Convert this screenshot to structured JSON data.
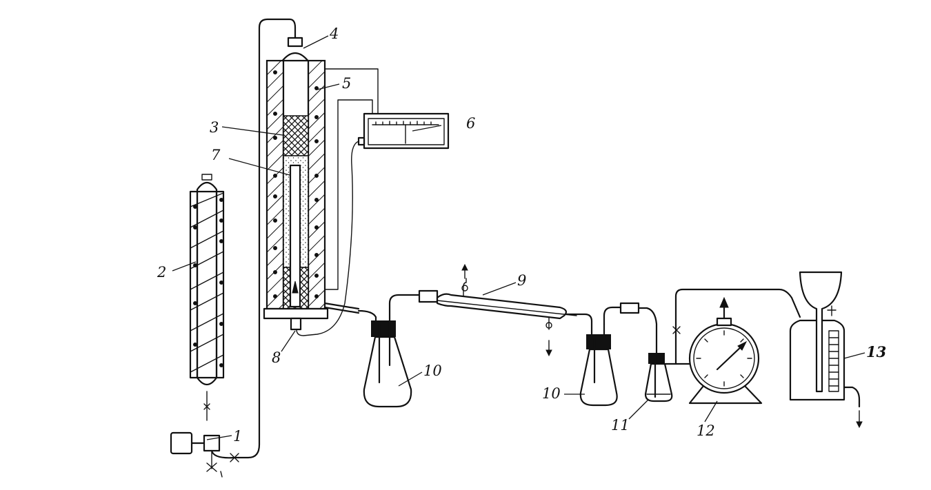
{
  "labels": {
    "l1": "1",
    "l2": "2",
    "l3": "3",
    "l4": "4",
    "l5": "5",
    "l6": "6",
    "l7": "7",
    "l8": "8",
    "l9": "9",
    "l10a": "10",
    "l10b": "10",
    "l11": "11",
    "l12": "12",
    "l13": "13"
  }
}
